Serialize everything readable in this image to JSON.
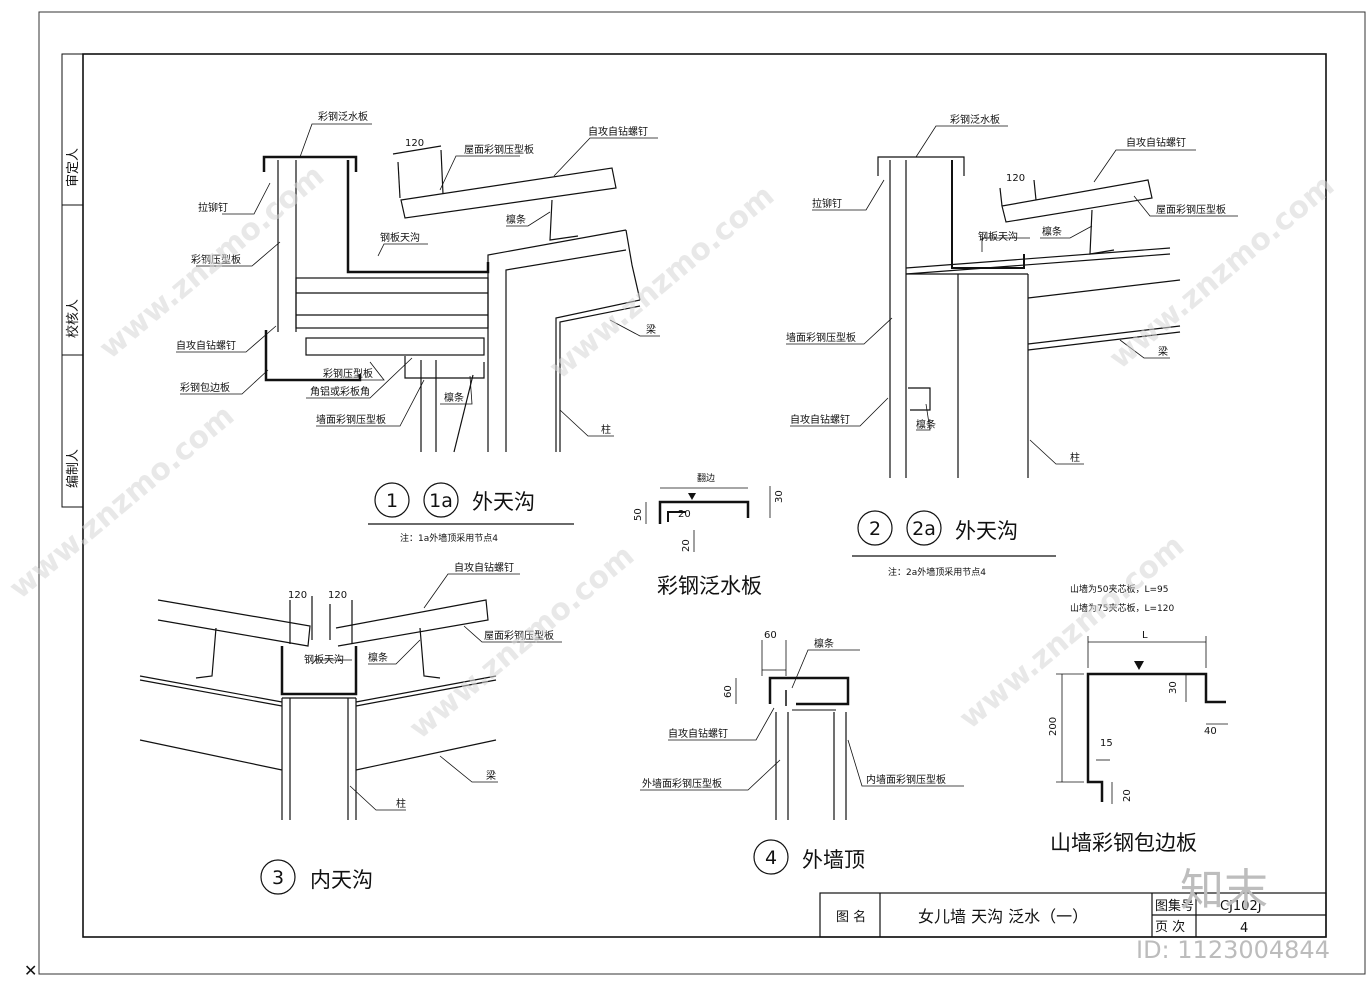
{
  "side_labels": {
    "approver": "审定人",
    "checker": "校核人",
    "drafter": "编制人"
  },
  "details": {
    "d1": {
      "num": "1",
      "num_alt": "1a",
      "title": "外天沟",
      "note": "注：1a外墙顶采用节点4",
      "labels": {
        "flashing": "彩钢泛水板",
        "rivet": "拉铆钉",
        "wall_panel": "彩钢压型板",
        "screw1": "自攻自钻螺钉",
        "edge": "彩钢包边板",
        "panel_bottom": "彩钢压型板",
        "angle": "角铝或彩板角",
        "wall_panel2": "墙面彩钢压型板",
        "purlin_b": "檩条",
        "gutter": "钢板天沟",
        "roof_panel": "屋面彩钢压型板",
        "screw2": "自攻自钻螺钉",
        "purlin": "檩条",
        "beam": "梁",
        "column": "柱"
      },
      "dim_120": "120"
    },
    "d2": {
      "num": "2",
      "num_alt": "2a",
      "title": "外天沟",
      "note": "注：2a外墙顶采用节点4",
      "labels": {
        "flashing": "彩钢泛水板",
        "screw_top": "自攻自钻螺钉",
        "rivet": "拉铆钉",
        "roof_panel": "屋面彩钢压型板",
        "gutter": "钢板天沟",
        "purlin": "檩条",
        "wall_panel": "墙面彩钢压型板",
        "screw": "自攻自钻螺钉",
        "purlin_b": "檩条",
        "beam": "梁",
        "column": "柱"
      },
      "dim_120": "120"
    },
    "flash": {
      "title": "彩钢泛水板",
      "dim_top": "翻边",
      "dim_30": "30",
      "dim_50": "50",
      "dim_20a": "20",
      "dim_20b": "20"
    },
    "d3": {
      "num": "3",
      "title": "内天沟",
      "labels": {
        "screw": "自攻自钻螺钉",
        "roof_panel": "屋面彩钢压型板",
        "gutter": "钢板天沟",
        "purlin": "檩条",
        "beam": "梁",
        "column": "柱"
      },
      "dim_120a": "120",
      "dim_120b": "120"
    },
    "d4": {
      "num": "4",
      "title": "外墙顶",
      "labels": {
        "purlin": "檩条",
        "screw": "自攻自钻螺钉",
        "ext_panel": "外墙面彩钢压型板",
        "int_panel": "内墙面彩钢压型板"
      },
      "dim_60a": "60",
      "dim_60b": "60"
    },
    "gable": {
      "title": "山墙彩钢包边板",
      "note1": "山墙为50夹芯板，L=95",
      "note2": "山墙为75夹芯板，L=120",
      "dim_L": "L",
      "dim_30": "30",
      "dim_40": "40",
      "dim_200": "200",
      "dim_15": "15",
      "dim_20": "20"
    }
  },
  "title_block": {
    "name_label": "图  名",
    "name": "女儿墙  天沟   泛水（一）",
    "atlas_label": "图集号",
    "atlas": "CJ102J",
    "page_label": "页  次",
    "page": "4"
  },
  "watermark": {
    "text": "www.znzmo.com",
    "logo": "知末",
    "id": "ID: 1123004844"
  }
}
